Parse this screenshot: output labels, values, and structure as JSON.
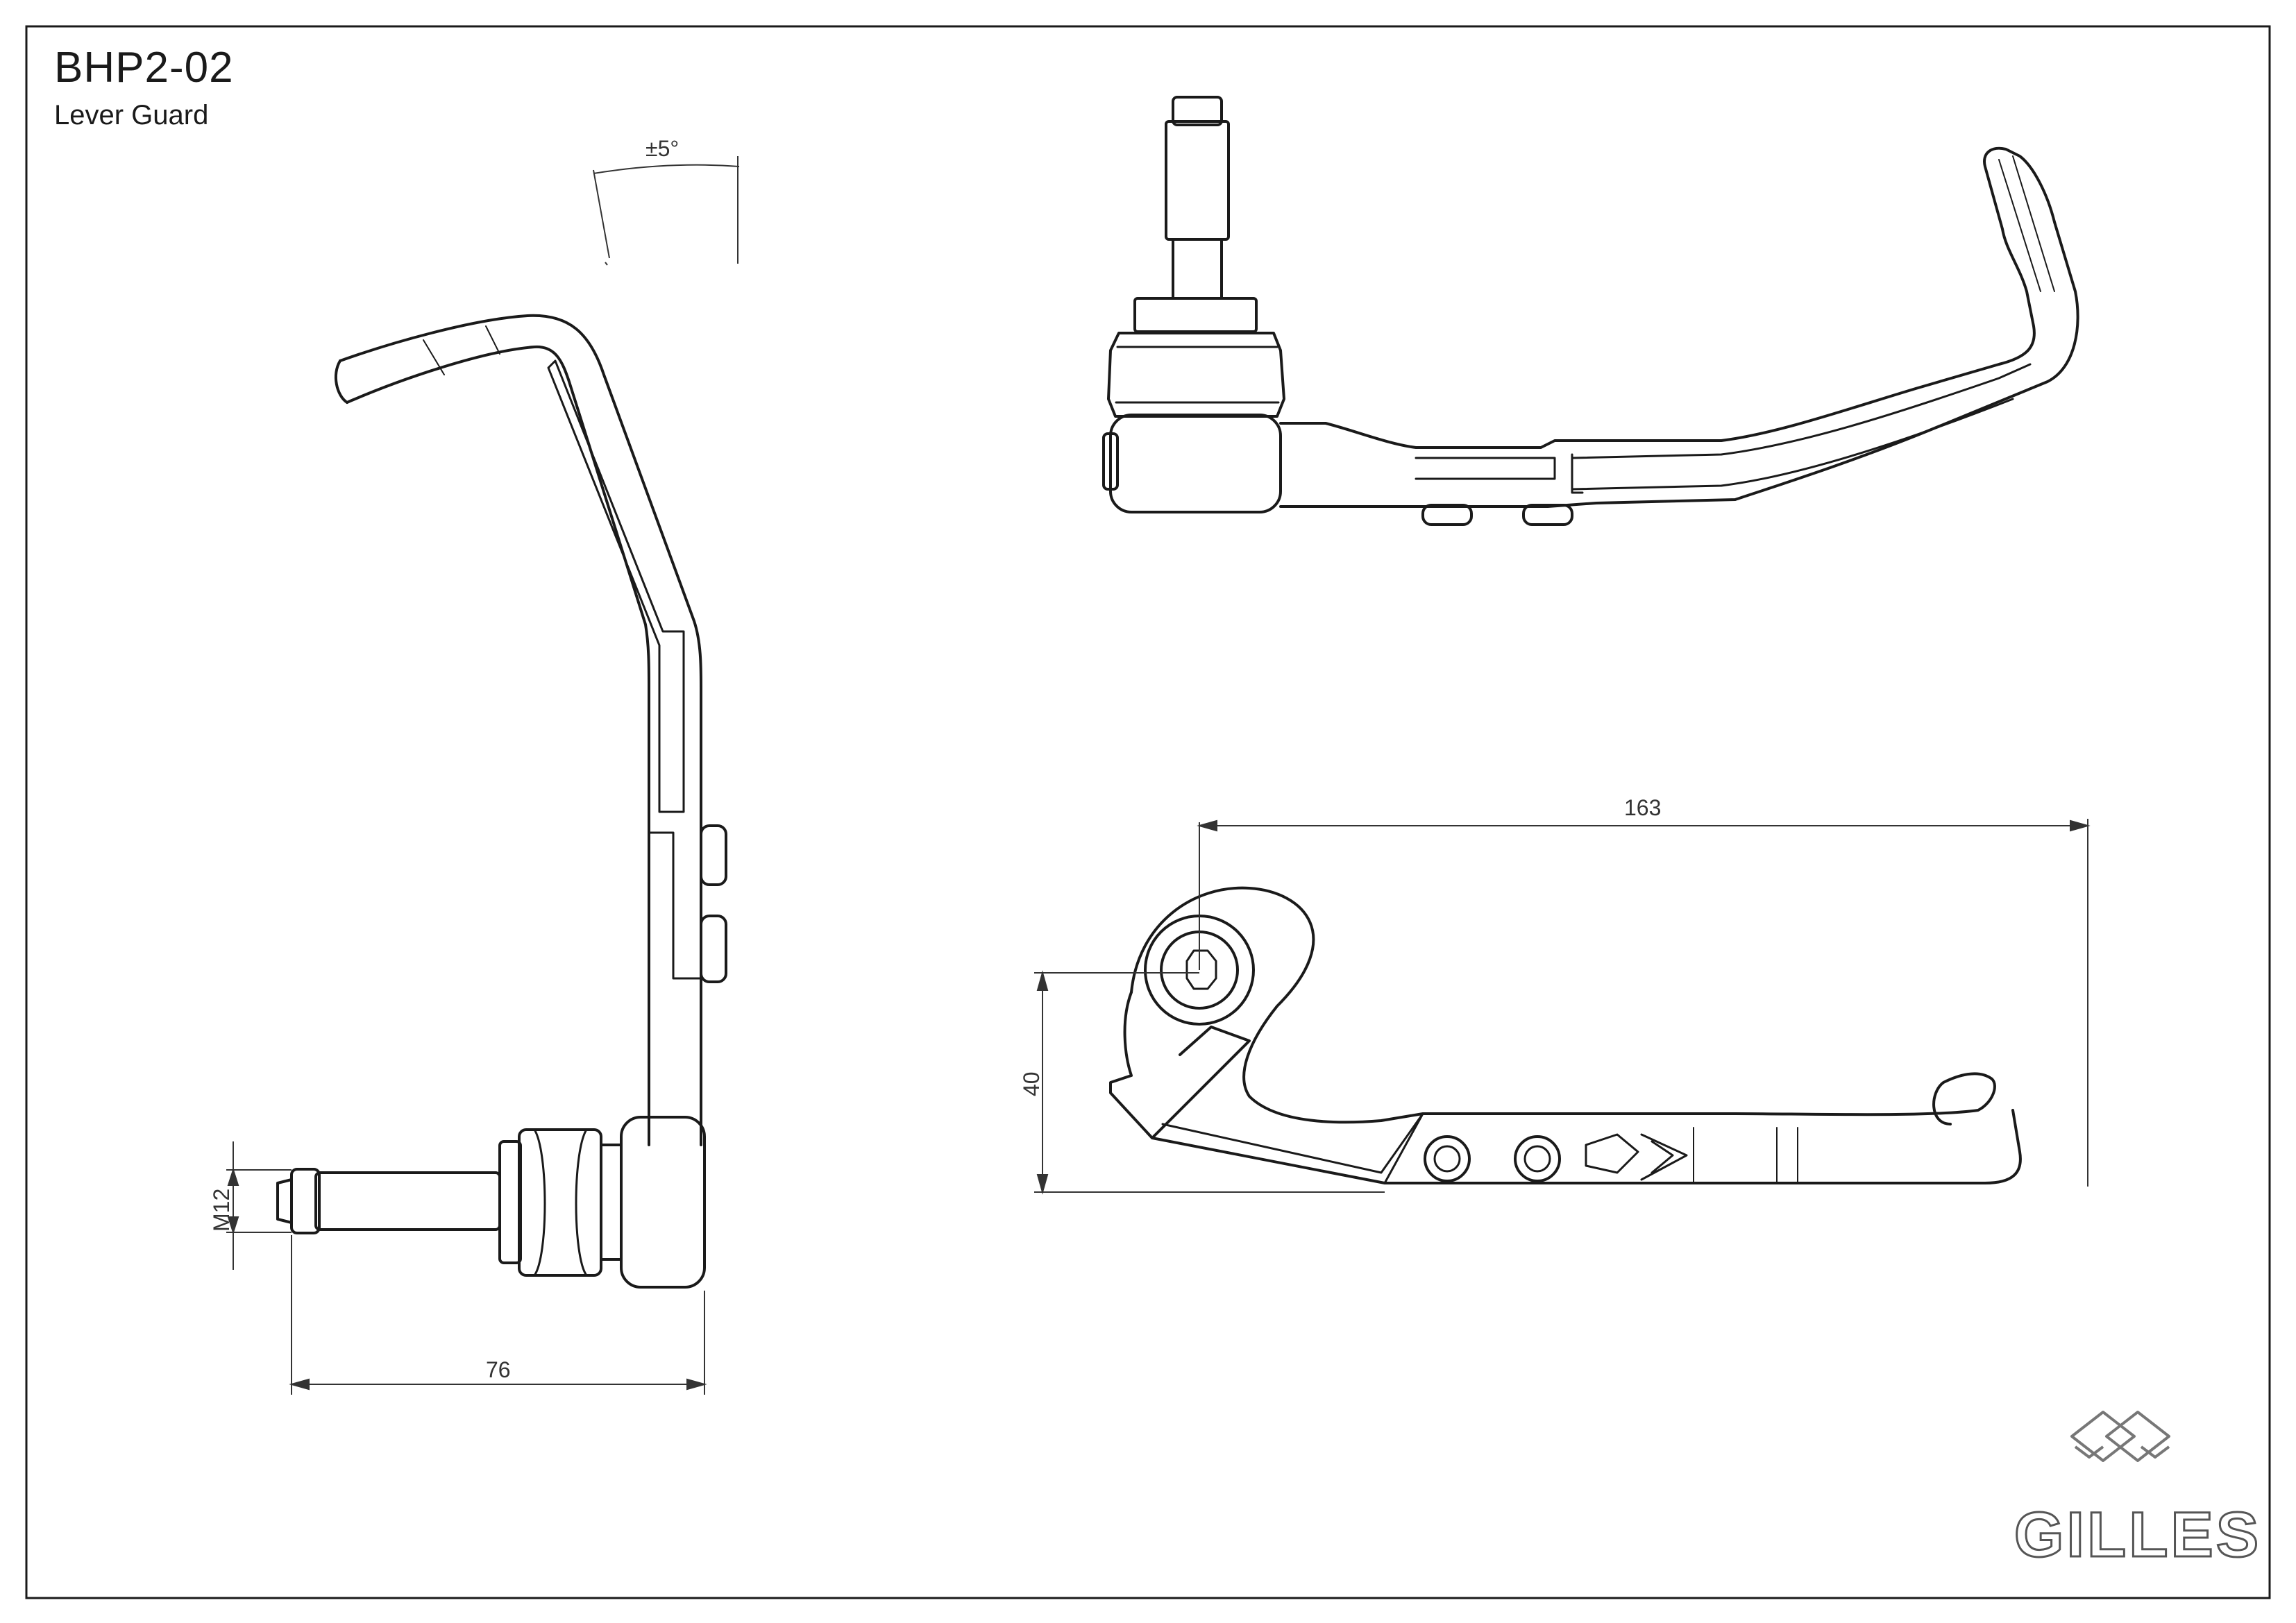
{
  "title": {
    "part_number": "BHP2-02",
    "part_name": "Lever Guard"
  },
  "dimensions": {
    "angle": "±5°",
    "thread": "M12",
    "depth": "76",
    "length": "163",
    "height": "40"
  },
  "brand": "GILLES",
  "colors": {
    "line": "#1a1a1a",
    "dimension": "#333333",
    "background": "#ffffff"
  }
}
